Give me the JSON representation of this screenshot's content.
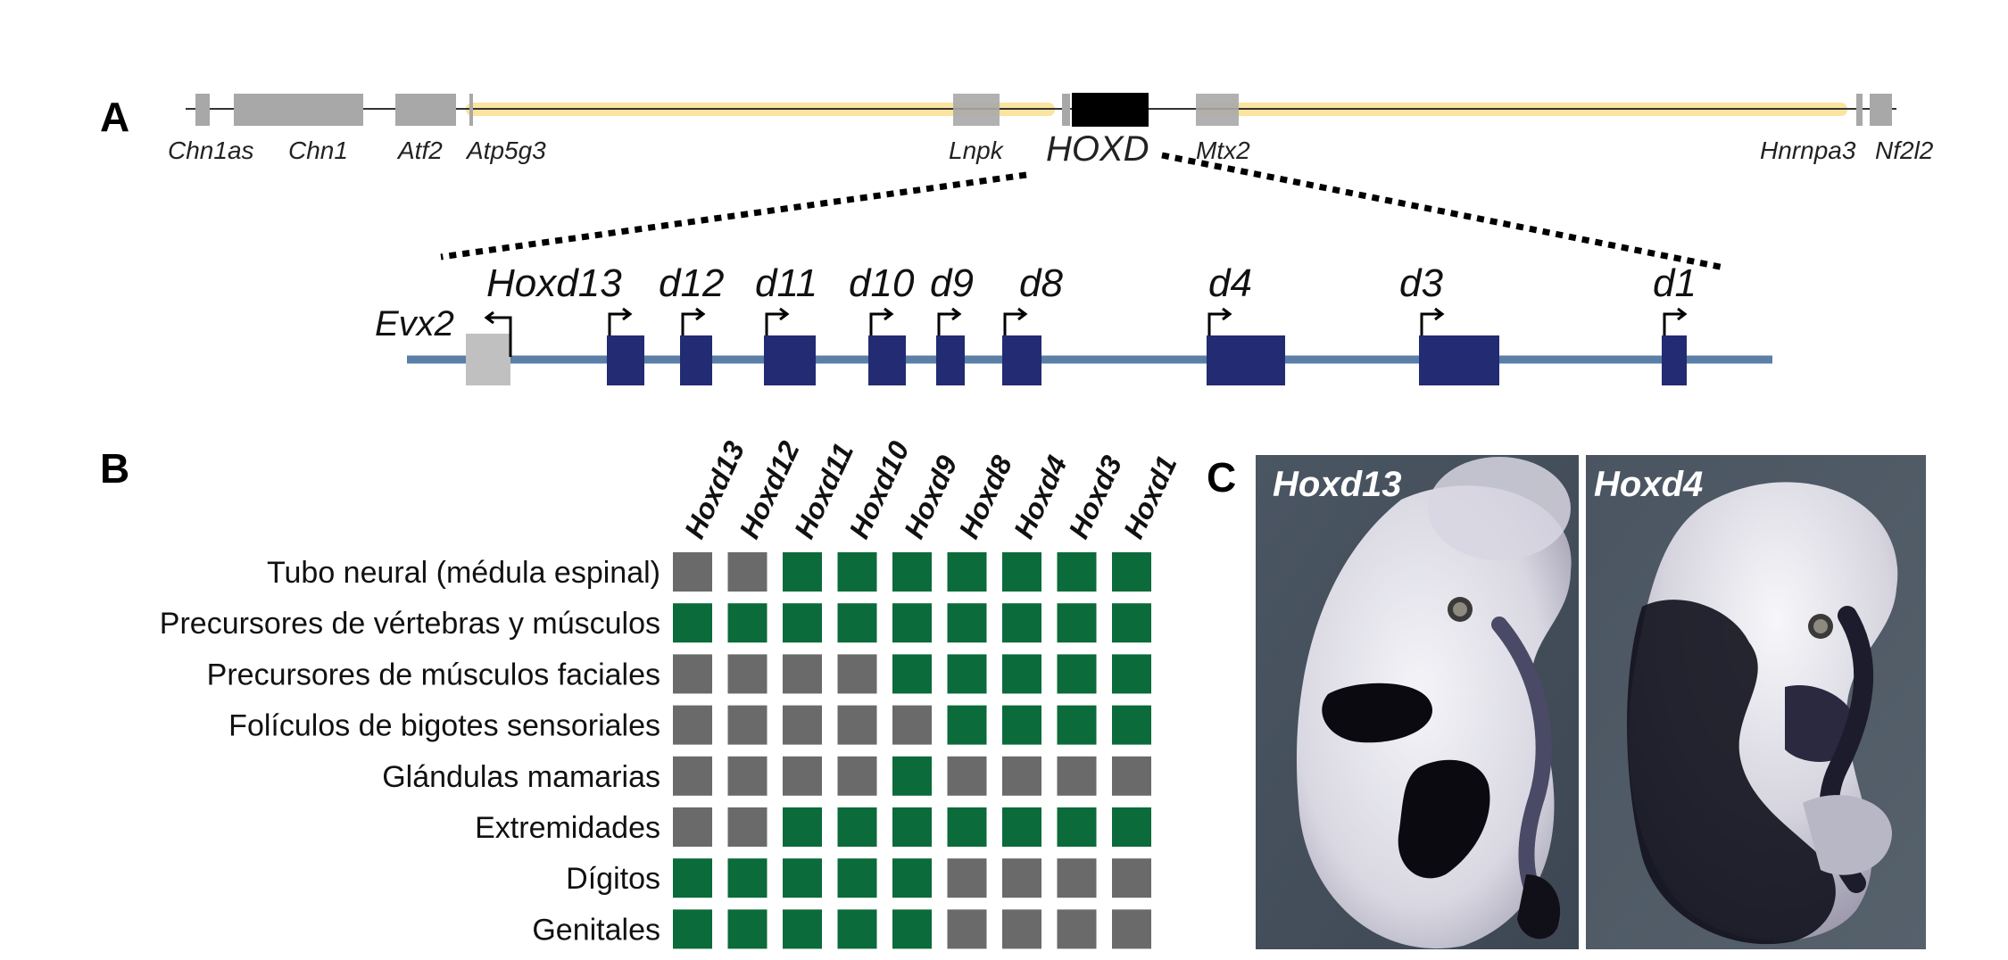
{
  "panels": {
    "a": "A",
    "b": "B",
    "c": "C"
  },
  "locus": {
    "genes": [
      "Chn1as",
      "Chn1",
      "Atf2",
      "Atp5g3",
      "Lnpk",
      "Mtx2",
      "Hnrnpa3",
      "Nf2l2"
    ],
    "cluster_label": "HOXD",
    "colors": {
      "gene": "#a8a8a8",
      "cluster": "#000000",
      "tad": "#fbe4a0"
    }
  },
  "cluster": {
    "evx2_label": "Evx2",
    "genes": [
      "Hoxd13",
      "d12",
      "d11",
      "d10",
      "d9",
      "d8",
      "d4",
      "d3",
      "d1"
    ],
    "colors": {
      "backbone": "#5b7fa6",
      "exon": "#232b73",
      "evx2": "#c0c0c0"
    }
  },
  "matrix": {
    "columns": [
      "Hoxd13",
      "Hoxd12",
      "Hoxd11",
      "Hoxd10",
      "Hoxd9",
      "Hoxd8",
      "Hoxd4",
      "Hoxd3",
      "Hoxd1"
    ],
    "rows": [
      {
        "label": "Tubo neural (médula espinal)",
        "values": [
          0,
          0,
          1,
          1,
          1,
          1,
          1,
          1,
          1
        ]
      },
      {
        "label": "Precursores de vértebras y músculos",
        "values": [
          1,
          1,
          1,
          1,
          1,
          1,
          1,
          1,
          1
        ]
      },
      {
        "label": "Precursores de músculos faciales",
        "values": [
          0,
          0,
          0,
          0,
          1,
          1,
          1,
          1,
          1
        ]
      },
      {
        "label": "Folículos de bigotes sensoriales",
        "values": [
          0,
          0,
          0,
          0,
          0,
          1,
          1,
          1,
          1
        ]
      },
      {
        "label": "Glándulas mamarias",
        "values": [
          0,
          0,
          0,
          0,
          1,
          0,
          0,
          0,
          0
        ]
      },
      {
        "label": "Extremidades",
        "values": [
          0,
          0,
          1,
          1,
          1,
          1,
          1,
          1,
          1
        ]
      },
      {
        "label": "Dígitos",
        "values": [
          1,
          1,
          1,
          1,
          1,
          0,
          0,
          0,
          0
        ]
      },
      {
        "label": "Genitales",
        "values": [
          1,
          1,
          1,
          1,
          1,
          0,
          0,
          0,
          0
        ]
      }
    ],
    "colors": {
      "on": "#0b6b3a",
      "off": "#6a6a6a"
    }
  },
  "photos": {
    "left": {
      "label": "Hoxd13",
      "bg": "#46525f"
    },
    "right": {
      "label": "Hoxd4",
      "bg": "#46525f"
    }
  }
}
